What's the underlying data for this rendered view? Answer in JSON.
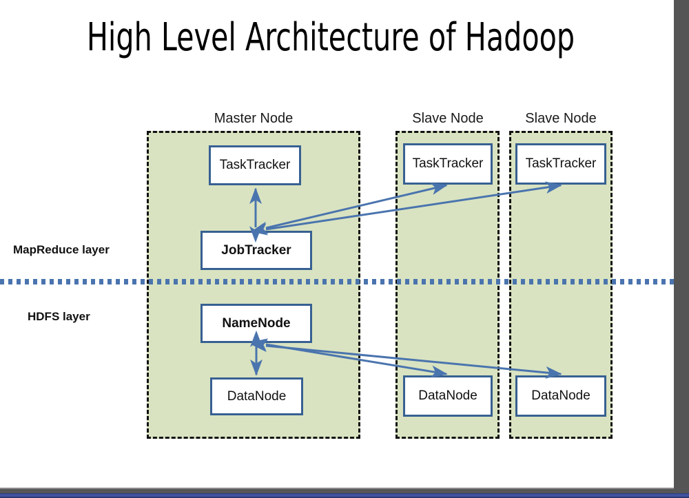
{
  "slide": {
    "title": "High Level Architecture of Hadoop",
    "background_color": "#ffffff"
  },
  "colors": {
    "node_fill": "#d9e3c1",
    "node_border": "#111111",
    "box_border": "#376092",
    "box_fill": "#ffffff",
    "arrow": "#4a74ae",
    "divider": "#4a74ae",
    "chrome": "#555555",
    "chrome_accent": "#3d4d95"
  },
  "layers": {
    "mapreduce_label": "MapReduce layer",
    "hdfs_label": "HDFS layer"
  },
  "columns": [
    {
      "caption": "Master Node"
    },
    {
      "caption": "Slave Node"
    },
    {
      "caption": "Slave Node"
    }
  ],
  "boxes": {
    "master_tasktracker": "TaskTracker",
    "master_jobtracker": "JobTracker",
    "master_namenode": "NameNode",
    "master_datanode": "DataNode",
    "slave1_tasktracker": "TaskTracker",
    "slave1_datanode": "DataNode",
    "slave2_tasktracker": "TaskTracker",
    "slave2_datanode": "DataNode"
  },
  "chart_data": {
    "type": "diagram",
    "title": "High Level Architecture of Hadoop",
    "nodes": [
      {
        "id": "master_tasktracker",
        "label": "TaskTracker",
        "group": "Master Node",
        "layer": "MapReduce layer",
        "bold": false
      },
      {
        "id": "master_jobtracker",
        "label": "JobTracker",
        "group": "Master Node",
        "layer": "MapReduce layer",
        "bold": true
      },
      {
        "id": "master_namenode",
        "label": "NameNode",
        "group": "Master Node",
        "layer": "HDFS layer",
        "bold": true
      },
      {
        "id": "master_datanode",
        "label": "DataNode",
        "group": "Master Node",
        "layer": "HDFS layer",
        "bold": false
      },
      {
        "id": "slave1_tasktracker",
        "label": "TaskTracker",
        "group": "Slave Node",
        "layer": "MapReduce layer",
        "bold": false
      },
      {
        "id": "slave1_datanode",
        "label": "DataNode",
        "group": "Slave Node",
        "layer": "HDFS layer",
        "bold": false
      },
      {
        "id": "slave2_tasktracker",
        "label": "TaskTracker",
        "group": "Slave Node",
        "layer": "MapReduce layer",
        "bold": false
      },
      {
        "id": "slave2_datanode",
        "label": "DataNode",
        "group": "Slave Node",
        "layer": "HDFS layer",
        "bold": false
      }
    ],
    "edges": [
      {
        "from": "master_jobtracker",
        "to": "master_tasktracker",
        "arrow": "double"
      },
      {
        "from": "master_jobtracker",
        "to": "slave1_tasktracker",
        "arrow": "double"
      },
      {
        "from": "master_jobtracker",
        "to": "slave2_tasktracker",
        "arrow": "double"
      },
      {
        "from": "master_namenode",
        "to": "master_datanode",
        "arrow": "double"
      },
      {
        "from": "master_namenode",
        "to": "slave1_datanode",
        "arrow": "double"
      },
      {
        "from": "master_namenode",
        "to": "slave2_datanode",
        "arrow": "double"
      }
    ],
    "groups": [
      "Master Node",
      "Slave Node",
      "Slave Node"
    ],
    "layers": [
      "MapReduce layer",
      "HDFS layer"
    ]
  }
}
